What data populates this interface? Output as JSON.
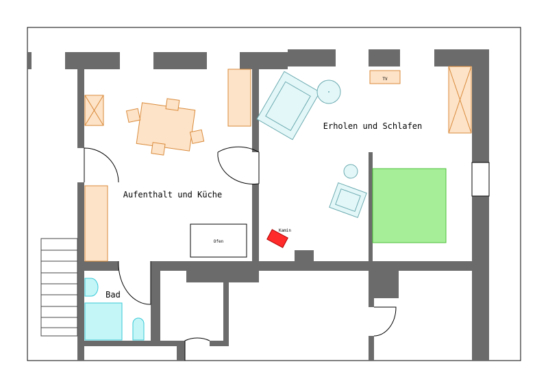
{
  "rooms": {
    "living_kitchen": "Aufenthalt und Küche",
    "rest_sleep": "Erholen und Schlafen",
    "bath": "Bad"
  },
  "fixtures": {
    "oven": "Ofen",
    "fireplace": "Kamin",
    "tv": "TV"
  },
  "colors": {
    "wall": "#6b6b6b",
    "wood_furniture": "#fde3c8",
    "wood_outline": "#d98a3a",
    "cyan_furniture": "#e4f7f8",
    "cyan_outline": "#6aaab0",
    "bed": "#a6ef98",
    "bed_outline": "#4cbf3a",
    "fireplace": "#ff2a2a",
    "bath": "#c4f6f8",
    "bath_outline": "#36c8d6"
  }
}
